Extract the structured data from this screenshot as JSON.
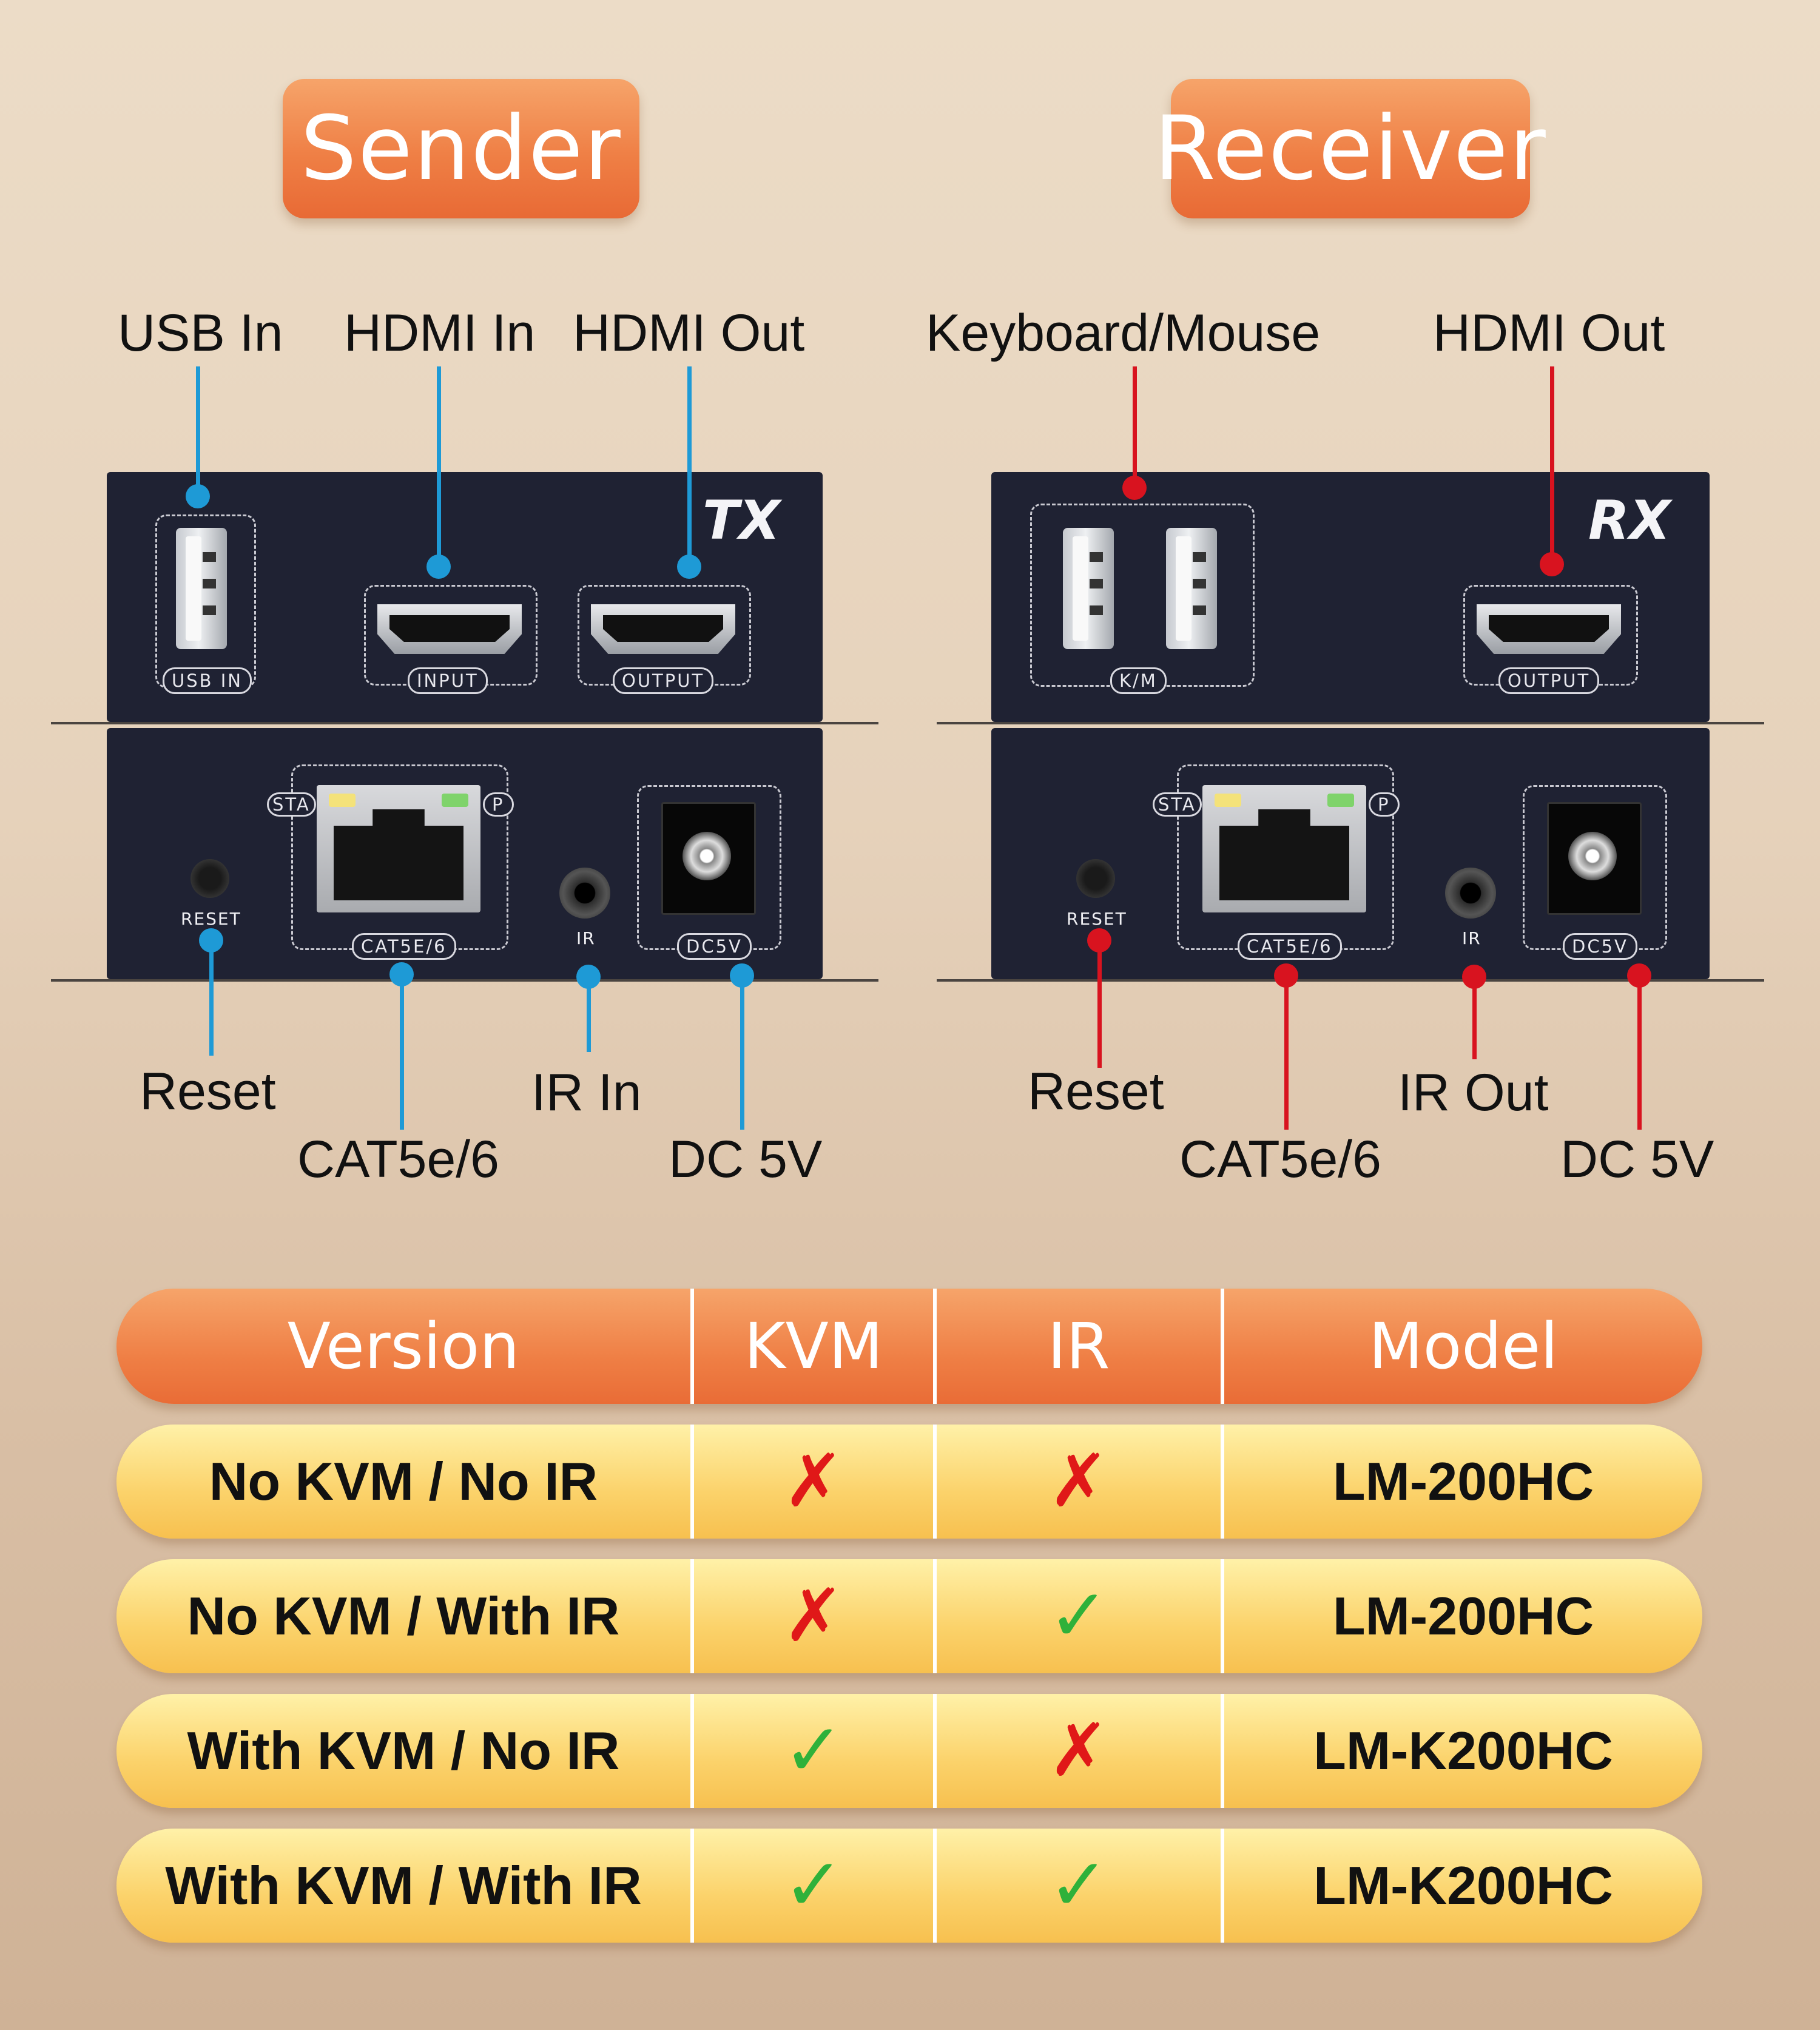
{
  "sender": {
    "title": "Sender",
    "logo": "TX",
    "labels": {
      "usb_in": "USB In",
      "hdmi_in": "HDMI In",
      "hdmi_out": "HDMI Out",
      "reset": "Reset",
      "cat": "CAT5e/6",
      "ir": "IR In",
      "dc": "DC 5V"
    },
    "tags": {
      "usb": "USB IN",
      "input": "INPUT",
      "output": "OUTPUT",
      "cat": "CAT5E/6",
      "dc": "DC5V"
    },
    "small": {
      "reset": "RESET",
      "ir": "IR",
      "sta": "STA",
      "p": "P"
    }
  },
  "receiver": {
    "title": "Receiver",
    "logo": "RX",
    "labels": {
      "km": "Keyboard/Mouse",
      "hdmi_out": "HDMI Out",
      "reset": "Reset",
      "cat": "CAT5e/6",
      "ir": "IR Out",
      "dc": "DC 5V"
    },
    "tags": {
      "km": "K/M",
      "output": "OUTPUT",
      "cat": "CAT5E/6",
      "dc": "DC5V"
    },
    "small": {
      "reset": "RESET",
      "ir": "IR",
      "sta": "STA",
      "p": "P"
    }
  },
  "colors": {
    "sender_accent": "#1e9ad6",
    "receiver_accent": "#d8131f",
    "header": "#ef7f45",
    "row": "#fbd26a"
  },
  "table": {
    "headers": [
      "Version",
      "KVM",
      "IR",
      "Model"
    ],
    "rows": [
      {
        "version": "No KVM / No IR",
        "kvm": "✗",
        "ir": "✗",
        "model": "LM-200HC"
      },
      {
        "version": "No KVM / With IR",
        "kvm": "✗",
        "ir": "✓",
        "model": "LM-200HC"
      },
      {
        "version": "With KVM / No IR",
        "kvm": "✓",
        "ir": "✗",
        "model": "LM-K200HC"
      },
      {
        "version": "With KVM / With IR",
        "kvm": "✓",
        "ir": "✓",
        "model": "LM-K200HC"
      }
    ]
  }
}
